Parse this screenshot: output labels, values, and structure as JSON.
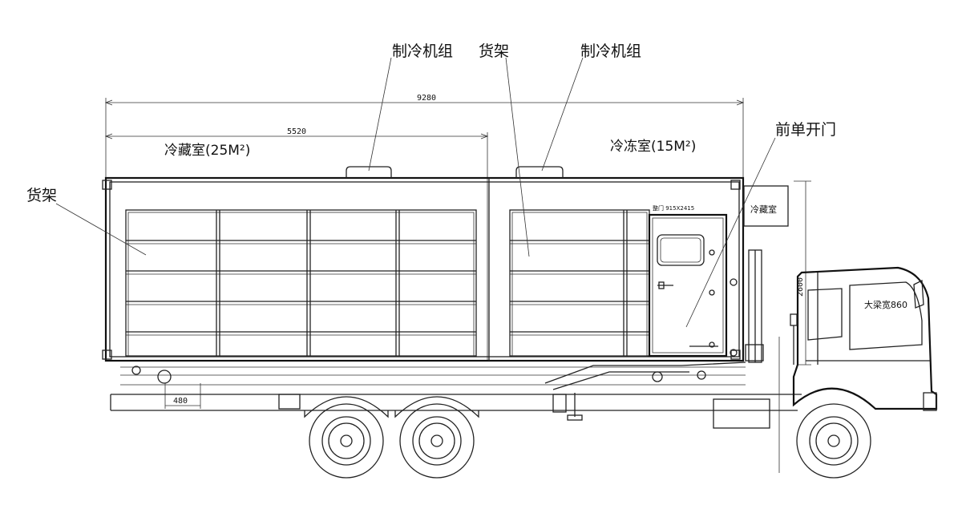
{
  "labels": {
    "refrigeration_unit_1": "制冷机组",
    "refrigeration_unit_2": "制冷机组",
    "shelf_top": "货架",
    "shelf_left": "货架",
    "cold_storage_room": "冷藏室(25M²)",
    "freezer_room": "冷冻室(15M²)",
    "front_single_door": "前单开门",
    "cab_brand": "大梁宽860",
    "small_plate": "冷藏室",
    "door_plate": "整门 915X2415"
  },
  "dimensions": {
    "overall_length": "9280",
    "cold_room_length": "5520",
    "rear_overhang": "480",
    "height": "2600"
  }
}
